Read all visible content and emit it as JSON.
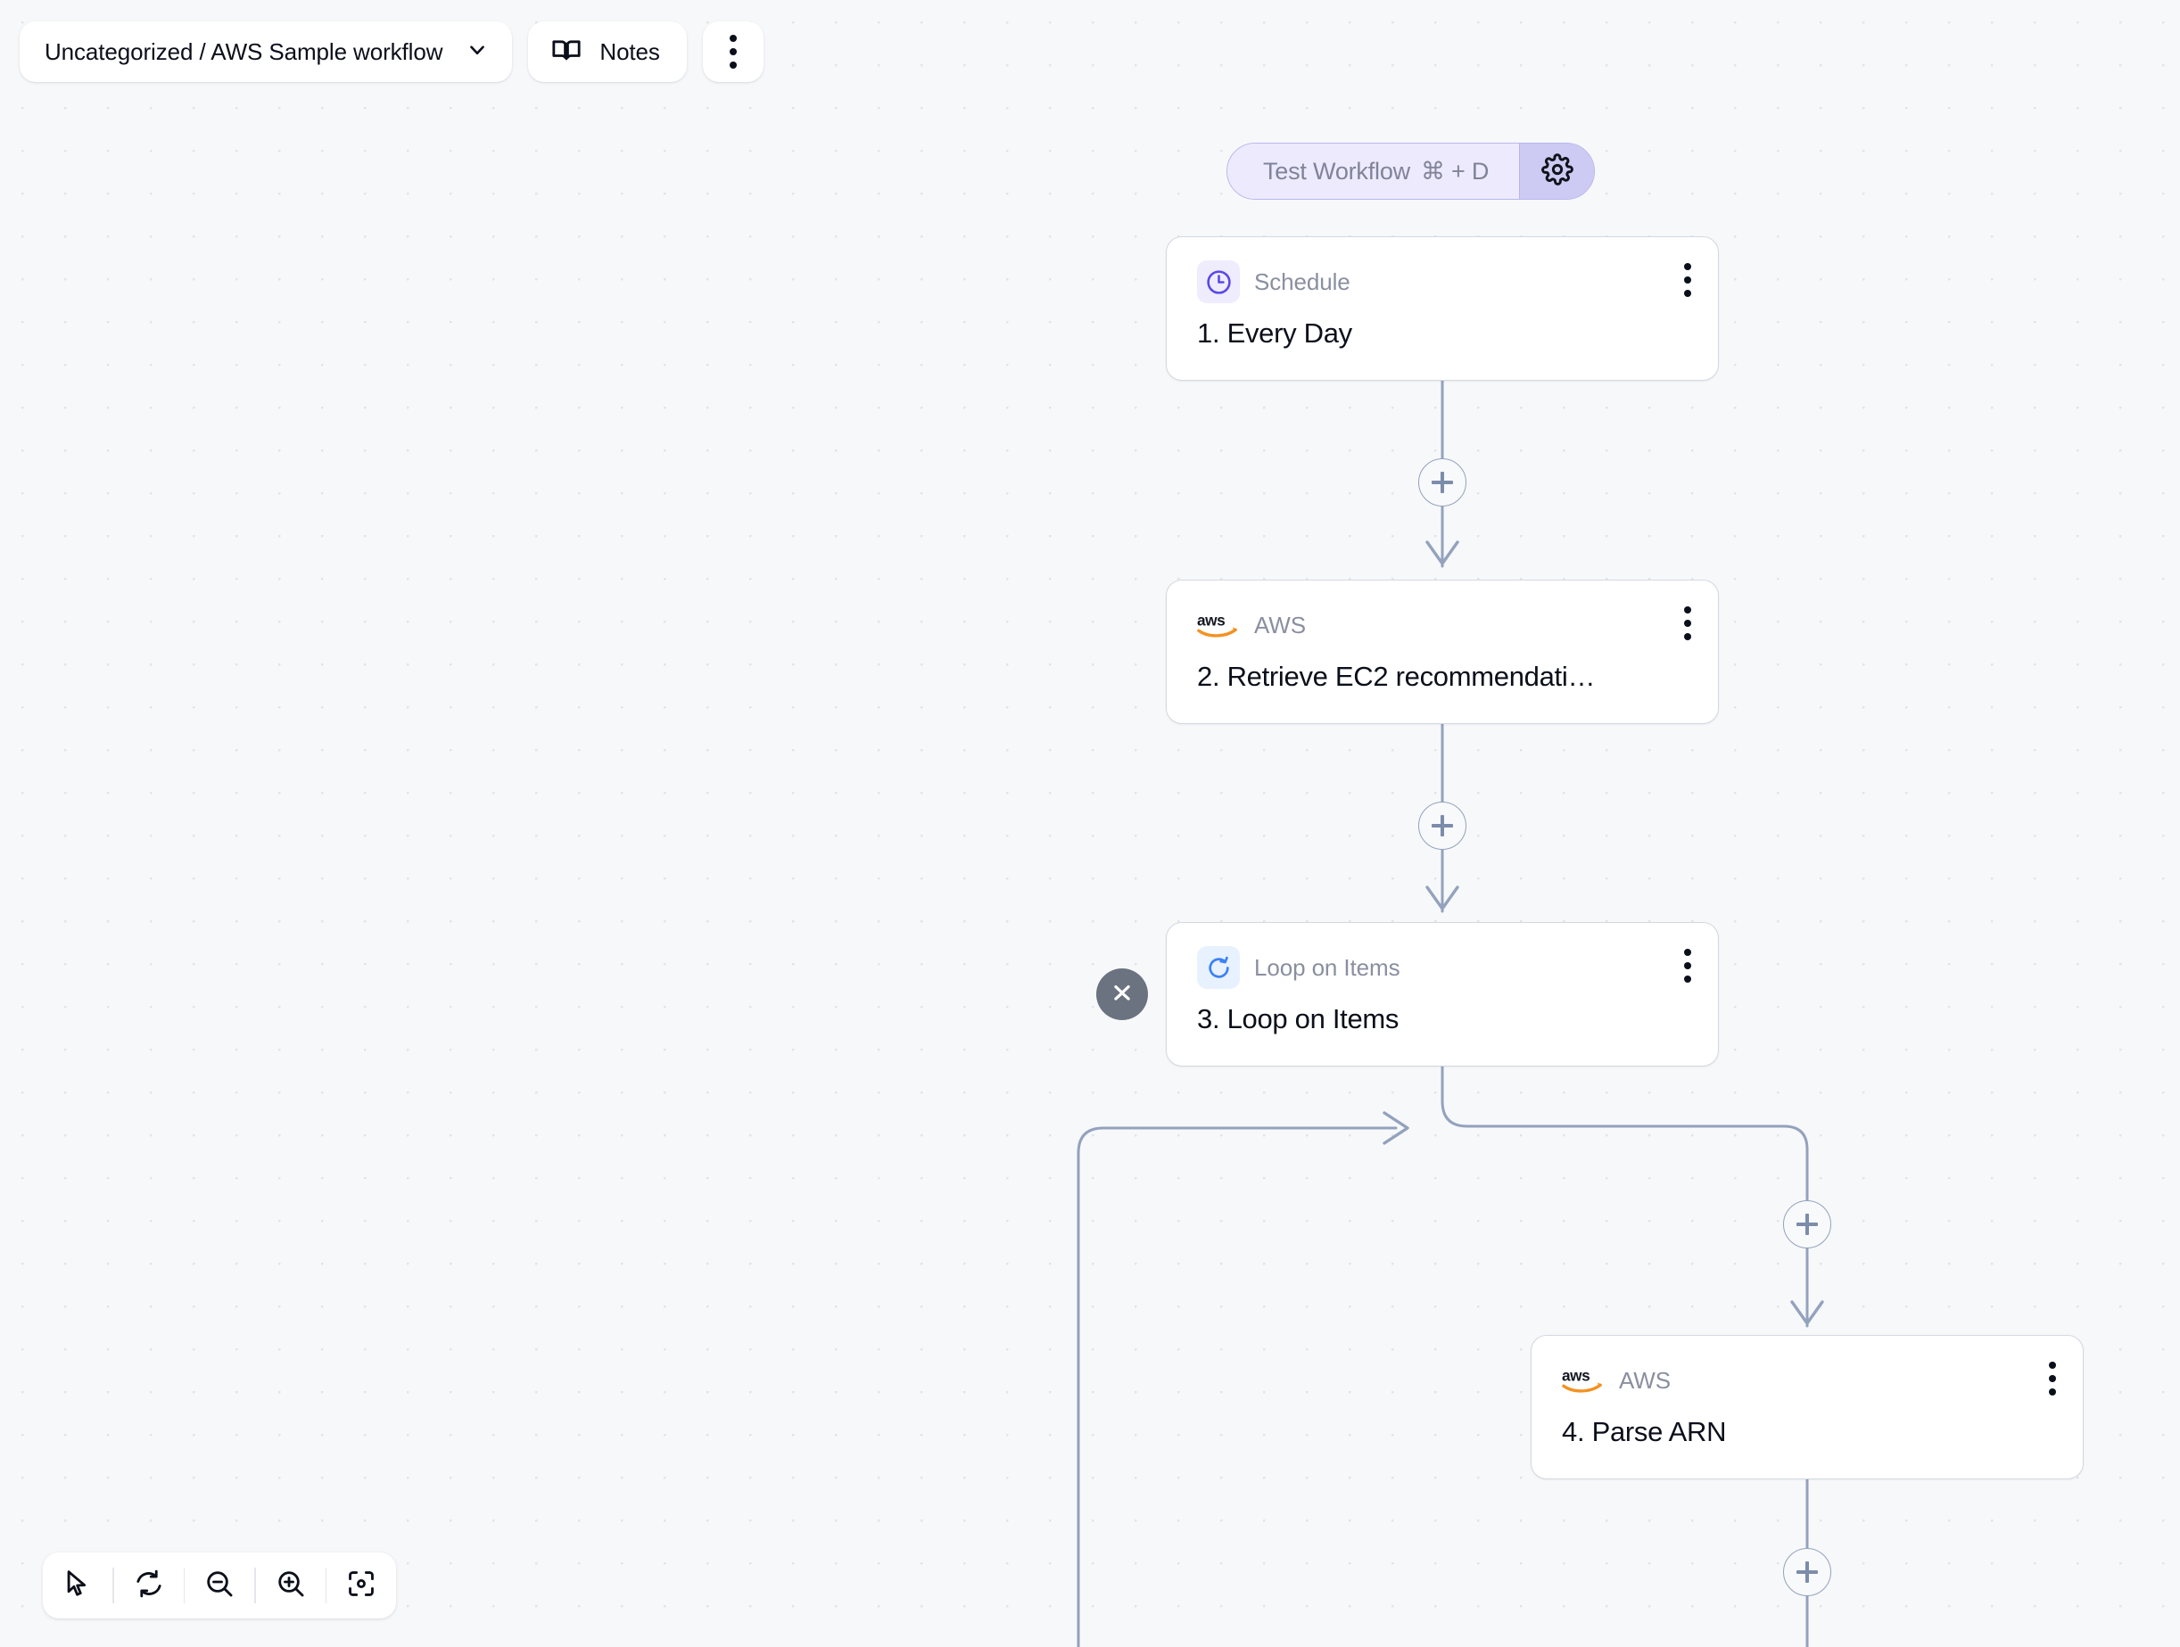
{
  "app": {
    "background_color": "#f7f8fa",
    "grid_dot_color": "#e2e4e9"
  },
  "topbar": {
    "breadcrumb": {
      "label": "Uncategorized / AWS Sample workflow",
      "chevron_icon": "chevron-down-icon"
    },
    "notes": {
      "label": "Notes",
      "icon": "book-open-icon"
    },
    "more": {
      "icon": "kebab-menu-icon"
    }
  },
  "test_workflow": {
    "label": "Test Workflow",
    "shortcut": "⌘ + D",
    "gear_icon": "gear-icon",
    "bg_color": "#eceafc",
    "border_color": "#b9b6ef",
    "gear_bg_color": "#cdcaf3",
    "text_color": "#80839a"
  },
  "nodes": [
    {
      "id": "schedule",
      "type_label": "Schedule",
      "title": "1. Every Day",
      "icon": "clock-icon",
      "icon_color": "#5a48e8",
      "icon_bg": "#eeecfd"
    },
    {
      "id": "aws-ec2",
      "type_label": "AWS",
      "title": "2. Retrieve EC2 recommendati…",
      "icon": "aws-logo-icon",
      "icon_color": "#000000",
      "icon_accent": "#f49122"
    },
    {
      "id": "loop",
      "type_label": "Loop on Items",
      "title": "3. Loop on Items",
      "icon": "loop-refresh-icon",
      "icon_color": "#3b82f6",
      "icon_bg": "#e8f1fe"
    },
    {
      "id": "aws-arn",
      "type_label": "AWS",
      "title": "4. Parse ARN",
      "icon": "aws-logo-icon",
      "icon_color": "#000000",
      "icon_accent": "#f49122"
    }
  ],
  "loop_collapse": {
    "icon": "collapse-chevrons-icon",
    "bg_color": "#6b7280"
  },
  "connectors": {
    "line_color": "#93a2bd",
    "add_buttons": [
      {
        "id": "add-after-schedule"
      },
      {
        "id": "add-after-aws-ec2"
      },
      {
        "id": "add-loop-branch"
      },
      {
        "id": "add-after-aws-arn"
      }
    ]
  },
  "toolbar": {
    "buttons": [
      {
        "id": "pointer",
        "icon": "cursor-pointer-icon"
      },
      {
        "id": "reset",
        "icon": "reset-refresh-icon"
      },
      {
        "id": "zoom-out",
        "icon": "zoom-out-icon"
      },
      {
        "id": "zoom-in",
        "icon": "zoom-in-icon"
      },
      {
        "id": "fit-view",
        "icon": "fit-to-view-icon"
      }
    ]
  }
}
